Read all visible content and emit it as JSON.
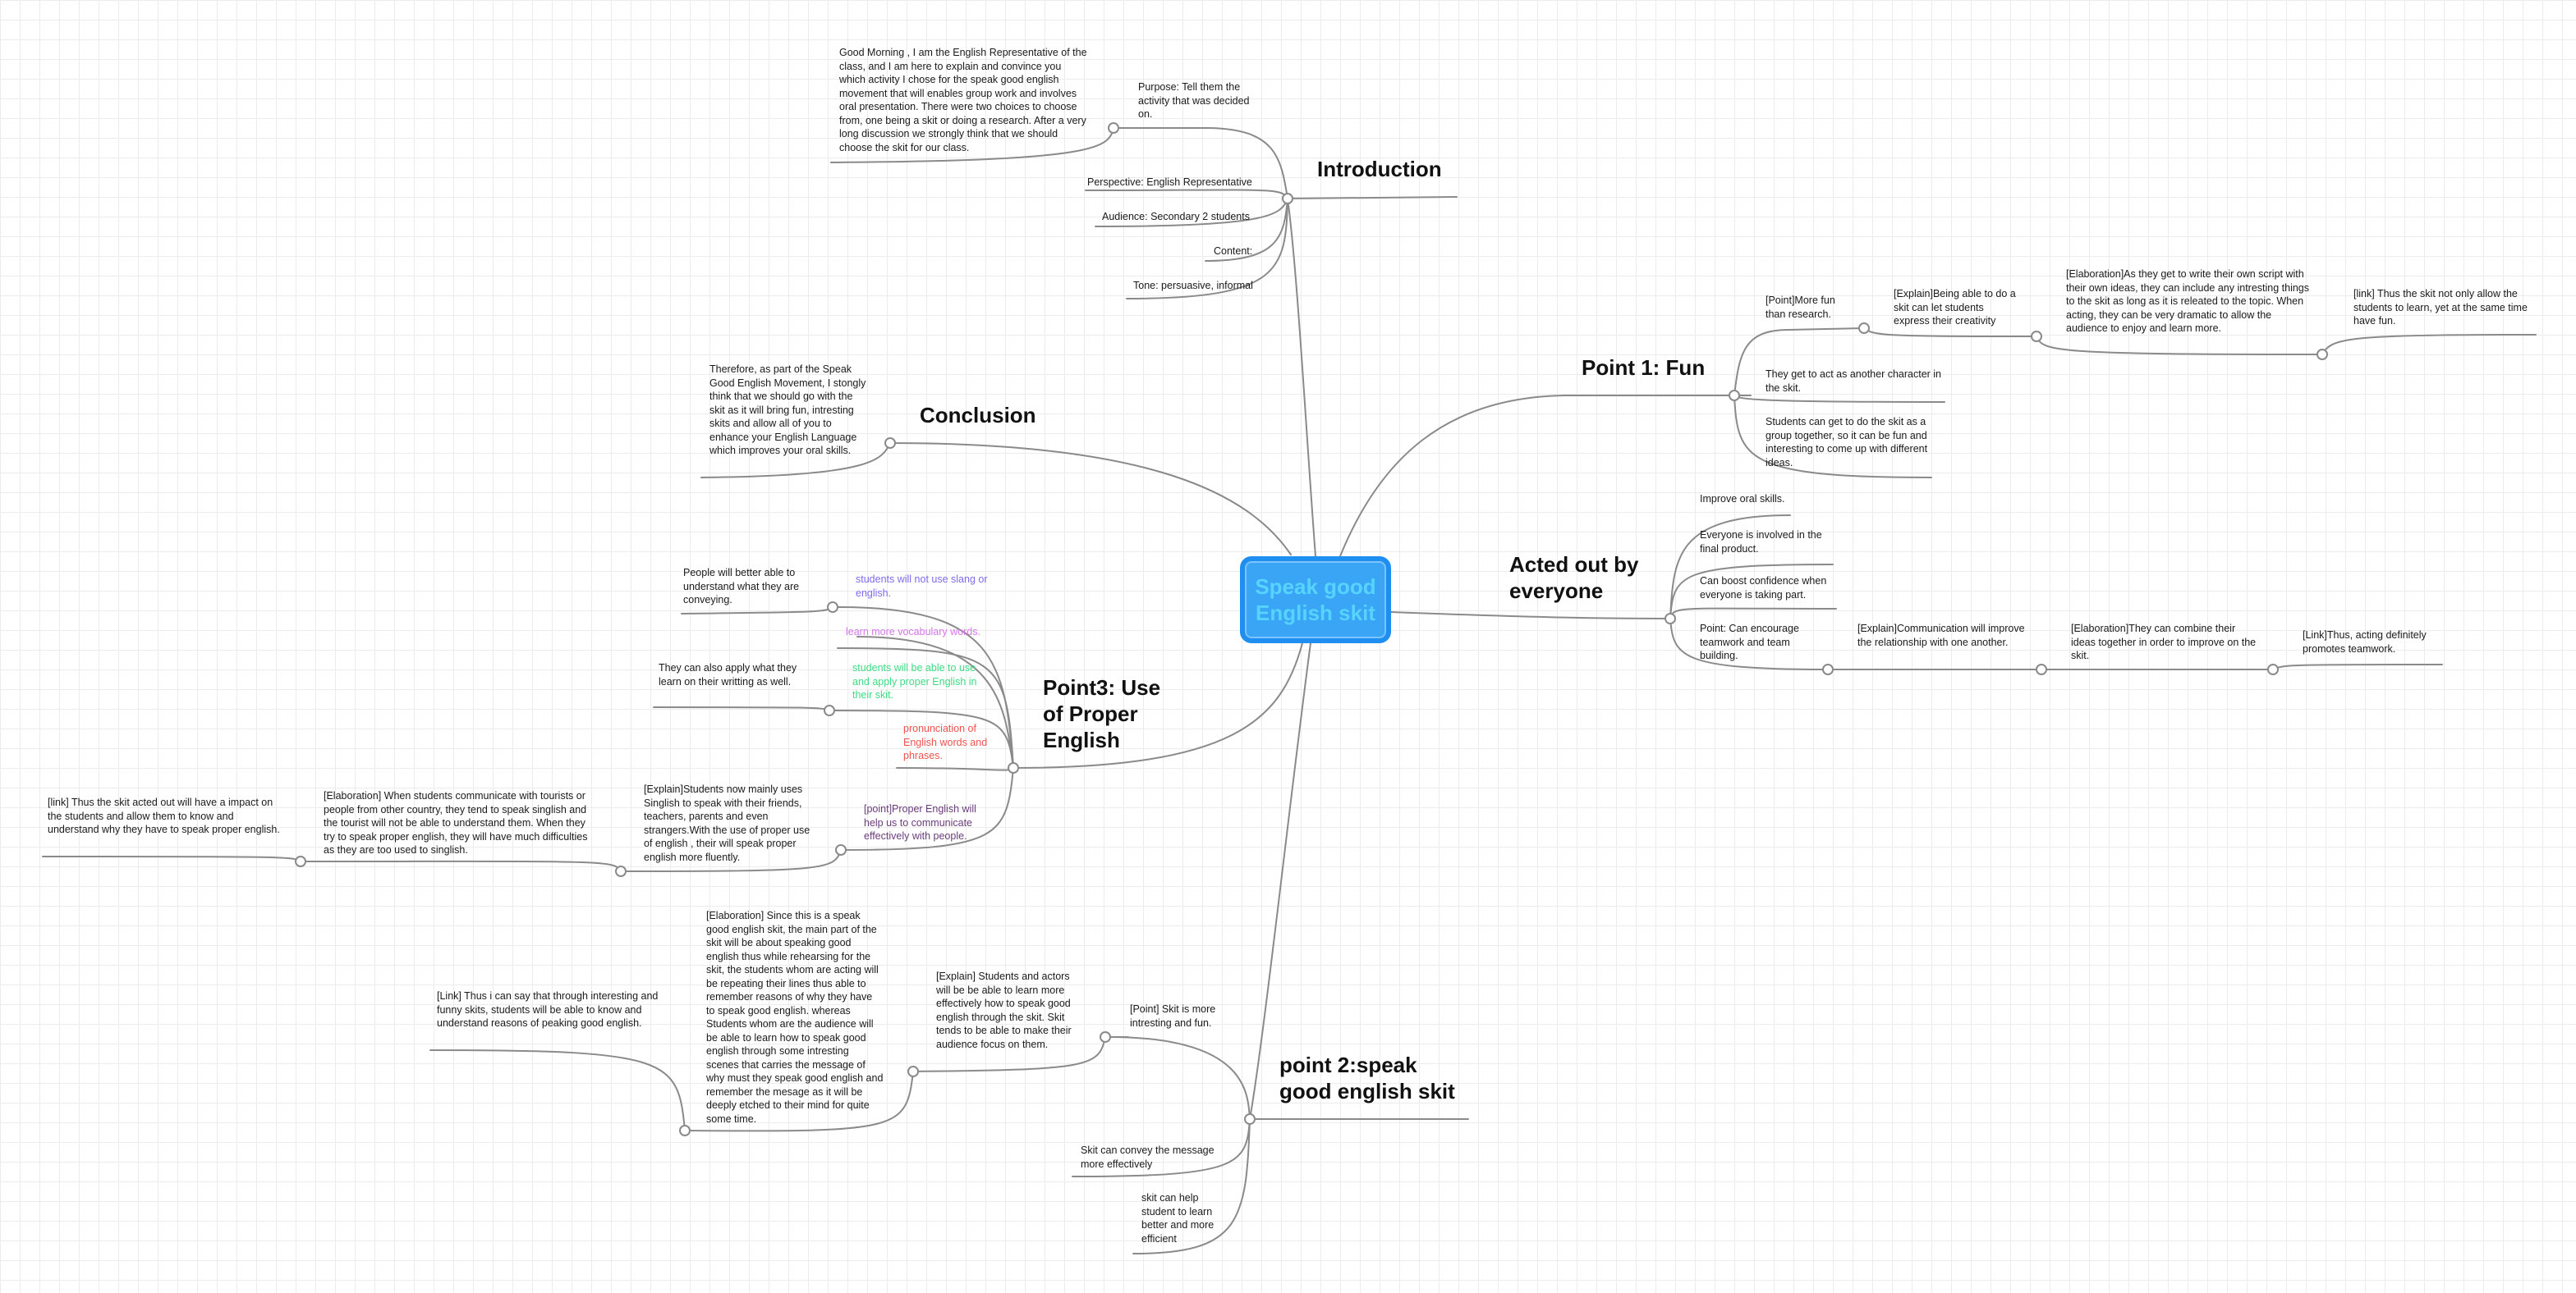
{
  "root": {
    "label": "Speak good English skit",
    "fill": "#3aa4f5",
    "border": "#1f8ef1",
    "text_color": "#56d4ff"
  },
  "colors": {
    "branch_line": "#8a8a8a",
    "slang": "#7c6cf0",
    "vocabulary": "#d477e8",
    "apply": "#3ddc84",
    "pronunciation": "#ef5350",
    "proper": "#6a3d7a"
  },
  "branches": {
    "introduction": {
      "title": "Introduction",
      "good_morning": "Good Morning , I am the English Representative of the class, and I am here to explain and convince you which activity I chose for the speak good english movement that will enables group work and involves oral presentation. There were two choices to choose from, one being a skit or doing a research. After a very long discussion we strongly think that we should choose the skit for our class.",
      "purpose": "Purpose: Tell them the activity that was decided on.",
      "perspective": "Perspective: English Representative",
      "audience": "Audience: Secondary 2 students",
      "content": "Content:",
      "tone": "Tone: persuasive, informal"
    },
    "conclusion": {
      "title": "Conclusion",
      "text": "Therefore, as part of the Speak Good English Movement, I stongly think that we should go with the skit as it will bring fun, intresting skits and allow all of you to enhance your English Language which improves your oral skills."
    },
    "point1": {
      "title": "Point 1: Fun",
      "more_fun": "[Point]More fun than research.",
      "explain": "[Explain]Being able to do a skit can let students express their creativity",
      "elaboration": "[Elaboration]As they get to write their own script with their own ideas, they can include any intresting things to the skit as long as it is releated to the topic. When acting, they can be very dramatic to allow the audience to enjoy and learn more.",
      "link": "[link] Thus the skit not only allow the students to learn, yet at the same time have fun.",
      "act": "They get to act as another character in the skit.",
      "together": "Students can get to do the skit as a group together, so it can be fun and interesting to come up with different ideas."
    },
    "acted": {
      "title": "Acted out by everyone",
      "oral": "Improve oral skills.",
      "involved": "Everyone is involved in the final product.",
      "confidence": "Can boost confidence when everyone is taking part.",
      "teamwork": "Point: Can encourage teamwork and team building.",
      "explain": "[Explain]Communication will improve the relationship with one another.",
      "elaboration": "[Elaboration]They can combine their ideas together in order to improve on the skit.",
      "link": "[Link]Thus, acting definitely promotes teamwork."
    },
    "point3": {
      "title": "Point3: Use of Proper English",
      "slang": "students will not use slang or english.",
      "people": "People will better able to understand what they are conveying.",
      "vocabulary": "learn more vocabulary words.",
      "apply": "students will be able to use and apply proper English in their skit.",
      "writting": "They can also apply what they learn on their writting as well.",
      "pronunciation": "pronunciation of English words and phrases.",
      "proper": "[point]Proper English will help us to communicate effectively with people.",
      "explain": "[Explain]Students now mainly uses Singlish to speak with their friends, teachers, parents and even strangers.With the use of proper use of english , their will speak proper english more fluently.",
      "elaboration": "[Elaboration] When students communicate with tourists or people from other country, they tend to speak singlish and the tourist will not be able to understand them. When they try to speak proper english, they will have much difficulties as they are too used to singlish.",
      "link": "[link] Thus the skit acted out will have a impact on the students and allow them to know and understand why they have to speak proper english."
    },
    "point2": {
      "title": "point 2:speak good english skit",
      "point": "[Point] Skit is more intresting and fun.",
      "explain": "[Explain] Students and actors will be be able to learn more effectively how to speak good english through the skit. Skit tends to be able to make their audience focus on them.",
      "elaboration": "[Elaboration] Since this is a speak good english skit, the main part of the skit will be about speaking good english thus while rehearsing for the skit, the students whom are acting will be repeating their lines thus able to remember reasons of why they have to speak good english. whereas Students whom are the audience will be able to learn how to speak good english through some intresting scenes that carries the message of why must they speak good english and remember the mesage as it will be deeply etched to their mind for quite some time.",
      "link": "[Link] Thus i can say that through interesting and funny skits, students will be able to know and understand reasons of peaking good english.",
      "convey": "Skit can convey the message more effectively",
      "help": "skit can help student to learn better and more efficient"
    }
  }
}
